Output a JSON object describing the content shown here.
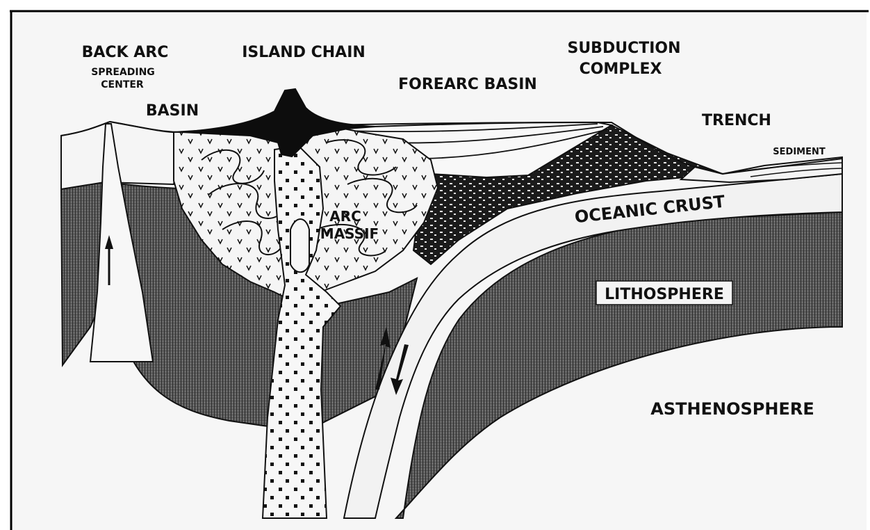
{
  "labels": {
    "back_arc": "BACK ARC",
    "spreading_center_1": "SPREADING",
    "spreading_center_2": "CENTER",
    "basin": "BASIN",
    "island_chain": "ISLAND CHAIN",
    "forearc_basin": "FOREARC BASIN",
    "subduction_complex_1": "SUBDUCTION",
    "subduction_complex_2": "COMPLEX",
    "trench": "TRENCH",
    "sediment": "SEDIMENT",
    "oceanic_crust": "OCEANIC CRUST",
    "arc_massif_1": "ARC",
    "arc_massif_2": "MASSIF",
    "lithosphere": "LITHOSPHERE",
    "asthenosphere": "ASTHENOSPHERE"
  },
  "colors": {
    "ink": "#111111",
    "lithosphere_fill": "#4a4a4a",
    "paper": "#f6f6f6",
    "frame": "#000000"
  }
}
